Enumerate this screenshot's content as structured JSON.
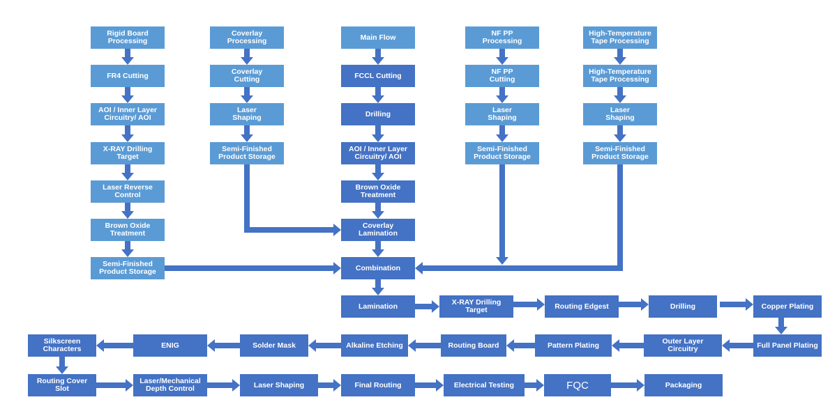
{
  "colors": {
    "light_box": "#5b9bd5",
    "dark_box": "#4472c4",
    "arrow": "#4472c4",
    "text": "#ffffff"
  },
  "columns": {
    "rigid_board": [
      "Rigid Board\nProcessing",
      "FR4 Cutting",
      "AOI / Inner Layer\nCircuitry/ AOI",
      "X-RAY Drilling Target",
      "Laser Reverse Control",
      "Brown Oxide\nTreatment",
      "Semi-Finished\nProduct Storage"
    ],
    "coverlay": [
      "Coverlay\nProcessing",
      "Coverlay\nCutting",
      "Laser\nShaping",
      "Semi-Finished\nProduct Storage"
    ],
    "main_flow": [
      "Main Flow",
      "FCCL Cutting",
      "Drilling",
      "AOI / Inner Layer\nCircuitry/ AOI",
      "Brown Oxide\nTreatment",
      "Coverlay\nLamination",
      "Combination",
      "Lamination"
    ],
    "nf_pp": [
      "NF PP\nProcessing",
      "NF PP\nCutting",
      "Laser\nShaping",
      "Semi-Finished\nProduct Storage"
    ],
    "high_temp_tape": [
      "High-Temperature\nTape Processing",
      "High-Temperature\nTape Processing",
      "Laser\nShaping",
      "Semi-Finished\nProduct Storage"
    ]
  },
  "rows": {
    "row1": [
      "X-RAY Drilling Target",
      "Routing Edgest",
      "Drilling",
      "Copper Plating"
    ],
    "row2": [
      "Full Panel Plating",
      "Outer Layer Circuitry",
      "Pattern Plating",
      "Routing Board",
      "Alkaline Etching",
      "Solder Mask",
      "ENIG",
      "Silkscreen\nCharacters"
    ],
    "row3": [
      "Routing Cover Slot",
      "Laser/Mechanical\nDepth Control",
      "Laser Shaping",
      "Final Routing",
      "Electrical Testing",
      "FQC",
      "Packaging"
    ]
  }
}
